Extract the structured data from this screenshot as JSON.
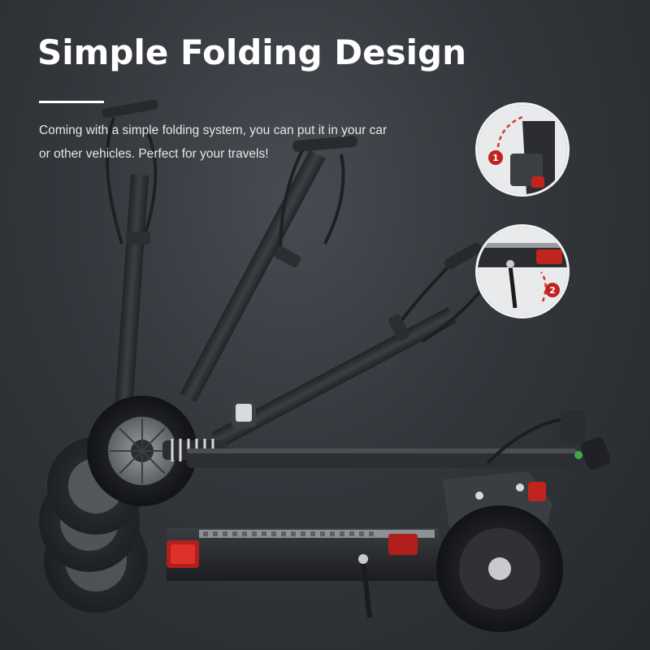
{
  "headline": "Simple Folding Design",
  "description": {
    "line1": "Coming with a simple folding system, you can put it in your car",
    "line2": "or other vehicles. Perfect for your travels!"
  },
  "callouts": [
    {
      "step": "1",
      "icon": "folding-latch-lever-icon"
    },
    {
      "step": "2",
      "icon": "kickstand-icon"
    }
  ],
  "colors": {
    "background": "#33373c",
    "text": "#ffffff",
    "accent_red": "#c0241f",
    "frame": "#2a2c2f"
  }
}
